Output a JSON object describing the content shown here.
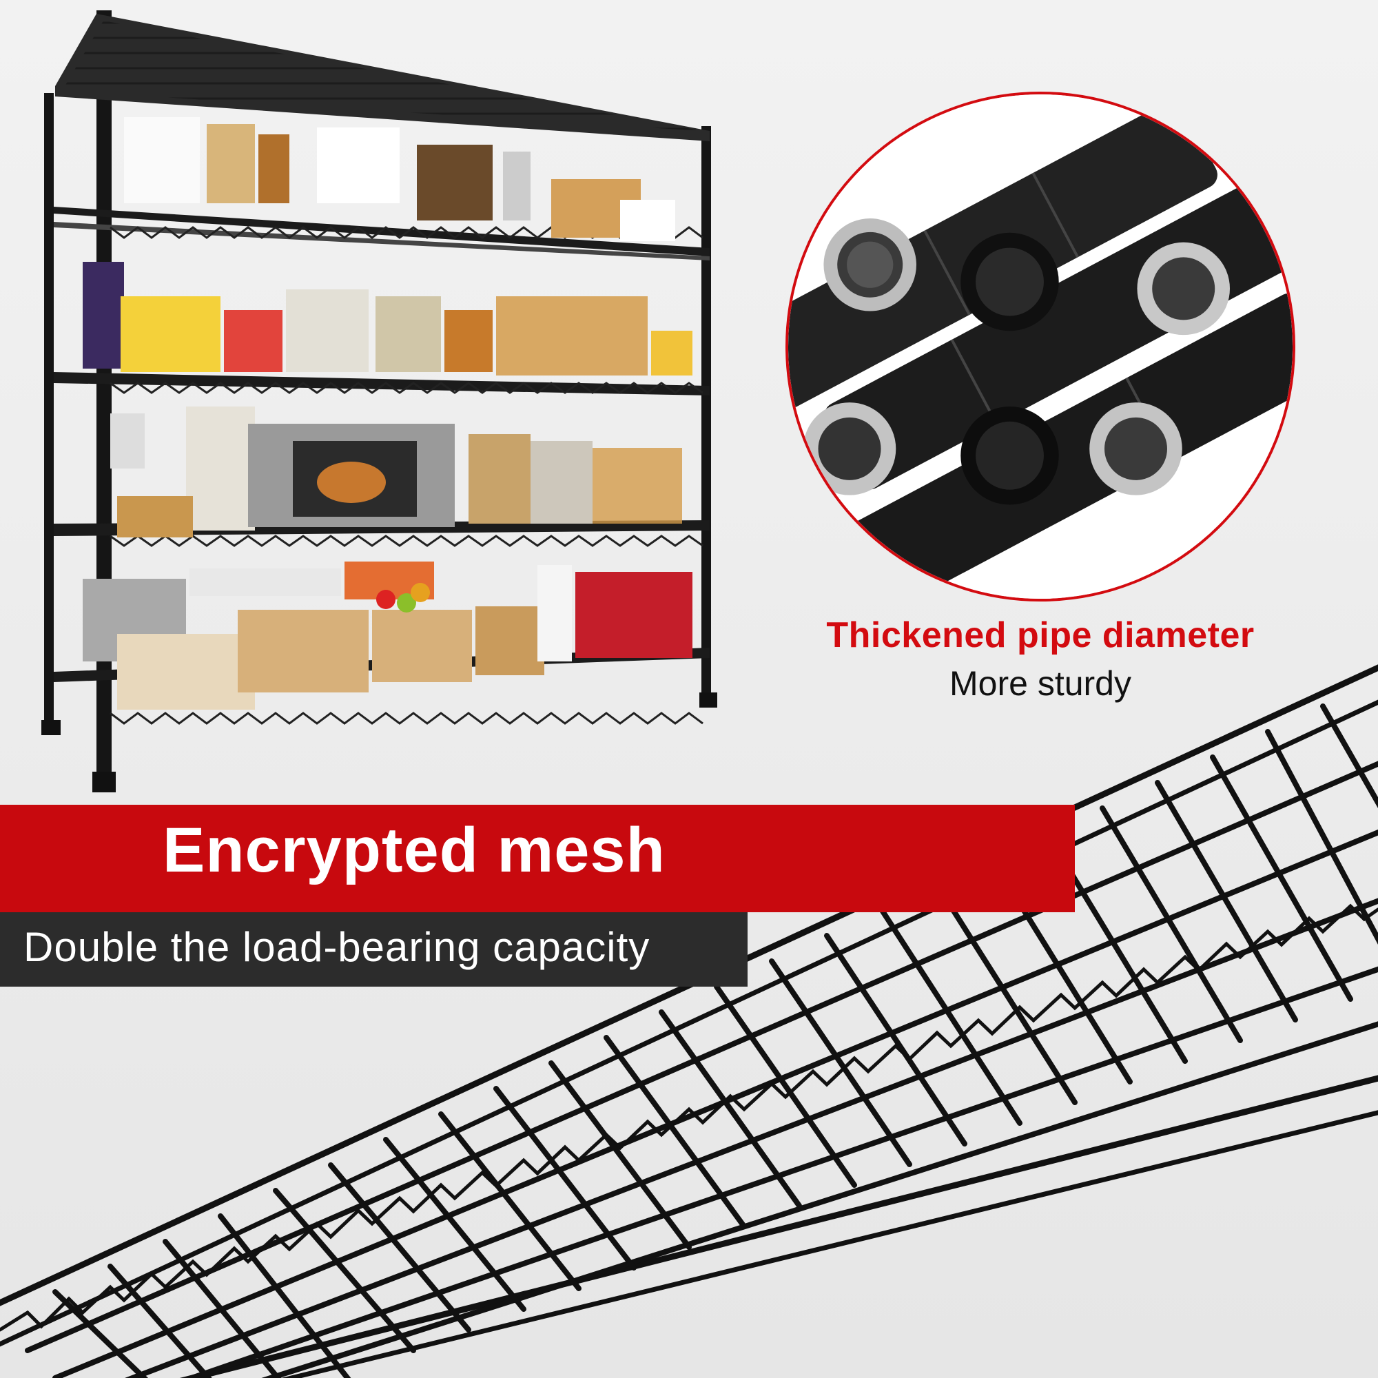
{
  "feature_pipe": {
    "title": "Thickened pipe diameter",
    "subtitle": "More sturdy"
  },
  "feature_mesh": {
    "title": "Encrypted mesh",
    "subtitle": "Double the load-bearing capacity"
  },
  "colors": {
    "accent_red": "#d30b10",
    "banner_red": "#c8090e",
    "banner_dark": "#2c2c2c",
    "background": "#efefef",
    "rack_black": "#111111"
  },
  "icons": [
    "wire-shelf-rack-image",
    "threaded-pipe-closeup-image",
    "mesh-shelf-closeup-image"
  ]
}
